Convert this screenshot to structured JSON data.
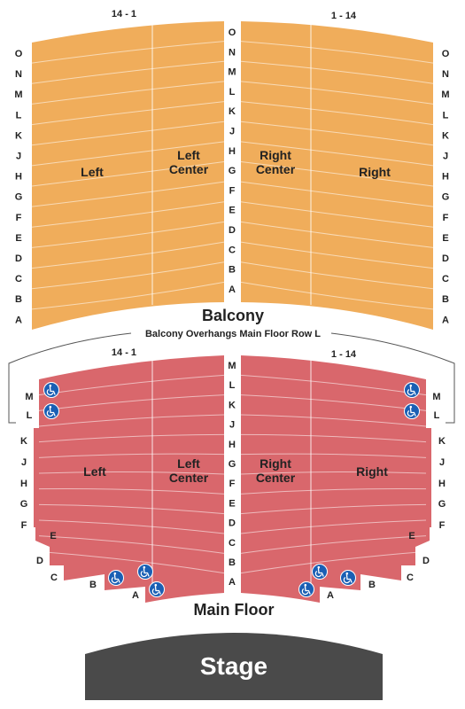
{
  "colors": {
    "balcony": "#f0ad5b",
    "main_floor": "#d9676c",
    "stage": "#4a4a4a",
    "wheelchair": "#1a5fb4",
    "text": "#222222",
    "overhang_line": "#555555"
  },
  "balcony": {
    "title": "Balcony",
    "seat_range_left": "14 - 1",
    "seat_range_right": "1 - 14",
    "sections": {
      "left": "Left",
      "left_center_1": "Left",
      "left_center_2": "Center",
      "right_center_1": "Right",
      "right_center_2": "Center",
      "right": "Right"
    },
    "outer_rows": [
      "O",
      "N",
      "M",
      "L",
      "K",
      "J",
      "H",
      "G",
      "F",
      "E",
      "D",
      "C",
      "B",
      "A"
    ],
    "aisle_rows": [
      "O",
      "N",
      "M",
      "L",
      "K",
      "J",
      "H",
      "G",
      "F",
      "E",
      "D",
      "C",
      "B",
      "A"
    ]
  },
  "overhang_note": "Balcony Overhangs Main Floor Row L",
  "main_floor": {
    "title": "Main Floor",
    "seat_range_left": "14 - 1",
    "seat_range_right": "1 - 14",
    "sections": {
      "left": "Left",
      "left_center_1": "Left",
      "left_center_2": "Center",
      "right_center_1": "Right",
      "right_center_2": "Center",
      "right": "Right"
    },
    "aisle_rows": [
      "M",
      "L",
      "K",
      "J",
      "H",
      "G",
      "F",
      "E",
      "D",
      "C",
      "B",
      "A"
    ],
    "side_rows_upper": [
      "M",
      "L"
    ],
    "side_rows_lower": [
      "K",
      "J",
      "H",
      "G",
      "F"
    ],
    "left_step_rows": [
      "E",
      "D",
      "C",
      "B",
      "A"
    ],
    "right_step_rows": [
      "E",
      "D",
      "C",
      "B",
      "A"
    ],
    "wheelchair_icon": "wheelchair-icon"
  },
  "stage": {
    "label": "Stage"
  }
}
